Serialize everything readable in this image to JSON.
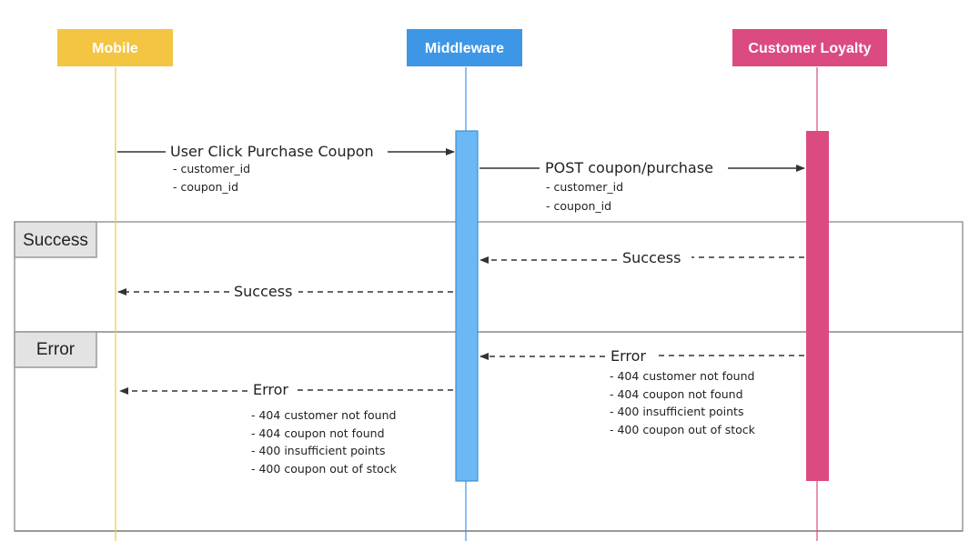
{
  "actors": {
    "mobile": {
      "label": "Mobile",
      "color": "#F4C543"
    },
    "middleware": {
      "label": "Middleware",
      "color": "#3D96E6"
    },
    "loyalty": {
      "label": "Customer Loyalty",
      "color": "#DC4A82"
    }
  },
  "activation_colors": {
    "middleware": "#6BB8F5",
    "loyalty": "#DC4A82"
  },
  "messages": {
    "purchase_request": {
      "label": "User Click Purchase Coupon",
      "params": [
        "- customer_id",
        "- coupon_id"
      ]
    },
    "post_request": {
      "label": "POST coupon/purchase",
      "params": [
        "- customer_id",
        "- coupon_id"
      ]
    },
    "loyalty_success": {
      "label": "Success"
    },
    "mobile_success": {
      "label": "Success"
    },
    "loyalty_error": {
      "label": "Error",
      "params": [
        "- 404 customer not found",
        "- 404 coupon not found",
        "- 400 insufficient points",
        "- 400 coupon out of stock"
      ]
    },
    "mobile_error": {
      "label": "Error",
      "params": [
        "- 404 customer not found",
        "- 404 coupon not found",
        "- 400 insufficient points",
        "- 400 coupon out of stock"
      ]
    }
  },
  "frames": {
    "success": {
      "label": "Success"
    },
    "error": {
      "label": "Error"
    }
  }
}
